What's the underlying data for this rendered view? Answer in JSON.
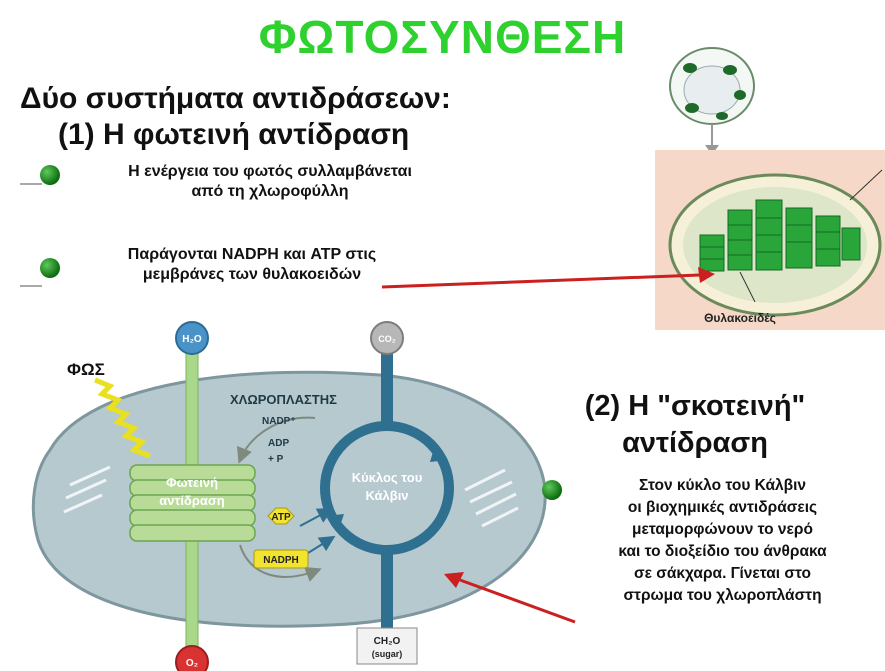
{
  "title": "ΦΩΤΟΣΥΝΘΕΣΗ",
  "subtitle_line1": "Δύο συστήματα αντιδράσεων:",
  "subtitle_line2": "(1) Η φωτεινή αντίδραση",
  "bullets": [
    {
      "line1": "Η ενέργεια του φωτός συλλαμβάνεται",
      "line2": "από τη χλωροφύλλη"
    },
    {
      "line1": "Παράγονται NADPH και ATP στις",
      "line2": "μεμβράνες των θυλακοειδών"
    }
  ],
  "inset": {
    "label": "Θυλακοειδές"
  },
  "diagram": {
    "chloroplast_label": "ΧΛΩΡΟΠΛΑΣΤΗΣ",
    "light_label": "ΦΩΣ",
    "h2o": "H₂O",
    "co2": "CO₂",
    "o2": "O₂",
    "light_reaction_line1": "Φωτεινή",
    "light_reaction_line2": "αντίδραση",
    "calvin_line1": "Κύκλος του",
    "calvin_line2": "Κάλβιν",
    "nadp": "NADP⁺",
    "adp": "ADP",
    "pi": "+ P",
    "atp": "ATP",
    "nadph": "NADPH",
    "ch2o_line1": "CH₂O",
    "ch2o_line2": "(sugar)"
  },
  "dark_reaction": {
    "title_line1": "(2) Η \"σκοτεινή\"",
    "title_line2": "αντίδραση",
    "text_lines": [
      "Στον κύκλο του Κάλβιν",
      "οι βιοχημικές αντιδράσεις",
      "μεταμορφώνουν το νερό",
      "και το διοξείδιο του άνθρακα",
      "σε σάκχαρα. Γίνεται στο",
      "στρωμα του χλωροπλάστη"
    ]
  },
  "colors": {
    "title_green": "#2fd12f",
    "bullet_green": "#0d6b0d",
    "pointer_red": "#cc1f1f",
    "calvin_blue": "#2f6f8f",
    "stroma": "#b6c9cf"
  }
}
